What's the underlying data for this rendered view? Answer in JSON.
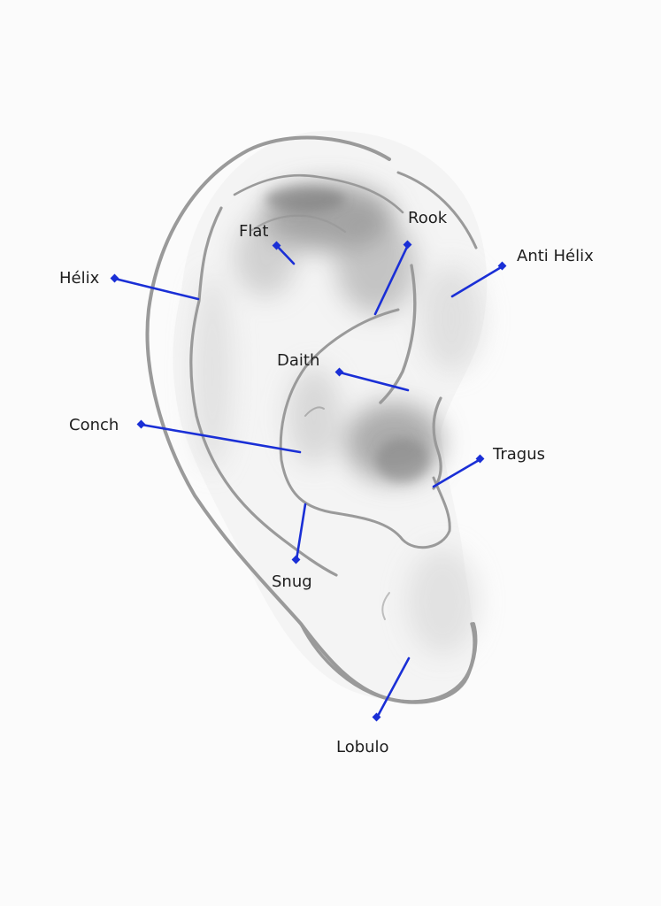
{
  "colors": {
    "marker": "#1a2fd6",
    "outline": "#9a9a9a",
    "shade": "#6f6f6f",
    "background": "#fbfbfb"
  },
  "labels": {
    "flat": "Flat",
    "rook": "Rook",
    "anti_helix": "Anti Hélix",
    "helix": "Hélix",
    "daith": "Daith",
    "conch": "Conch",
    "tragus": "Tragus",
    "snug": "Snug",
    "lobulo": "Lobulo"
  }
}
